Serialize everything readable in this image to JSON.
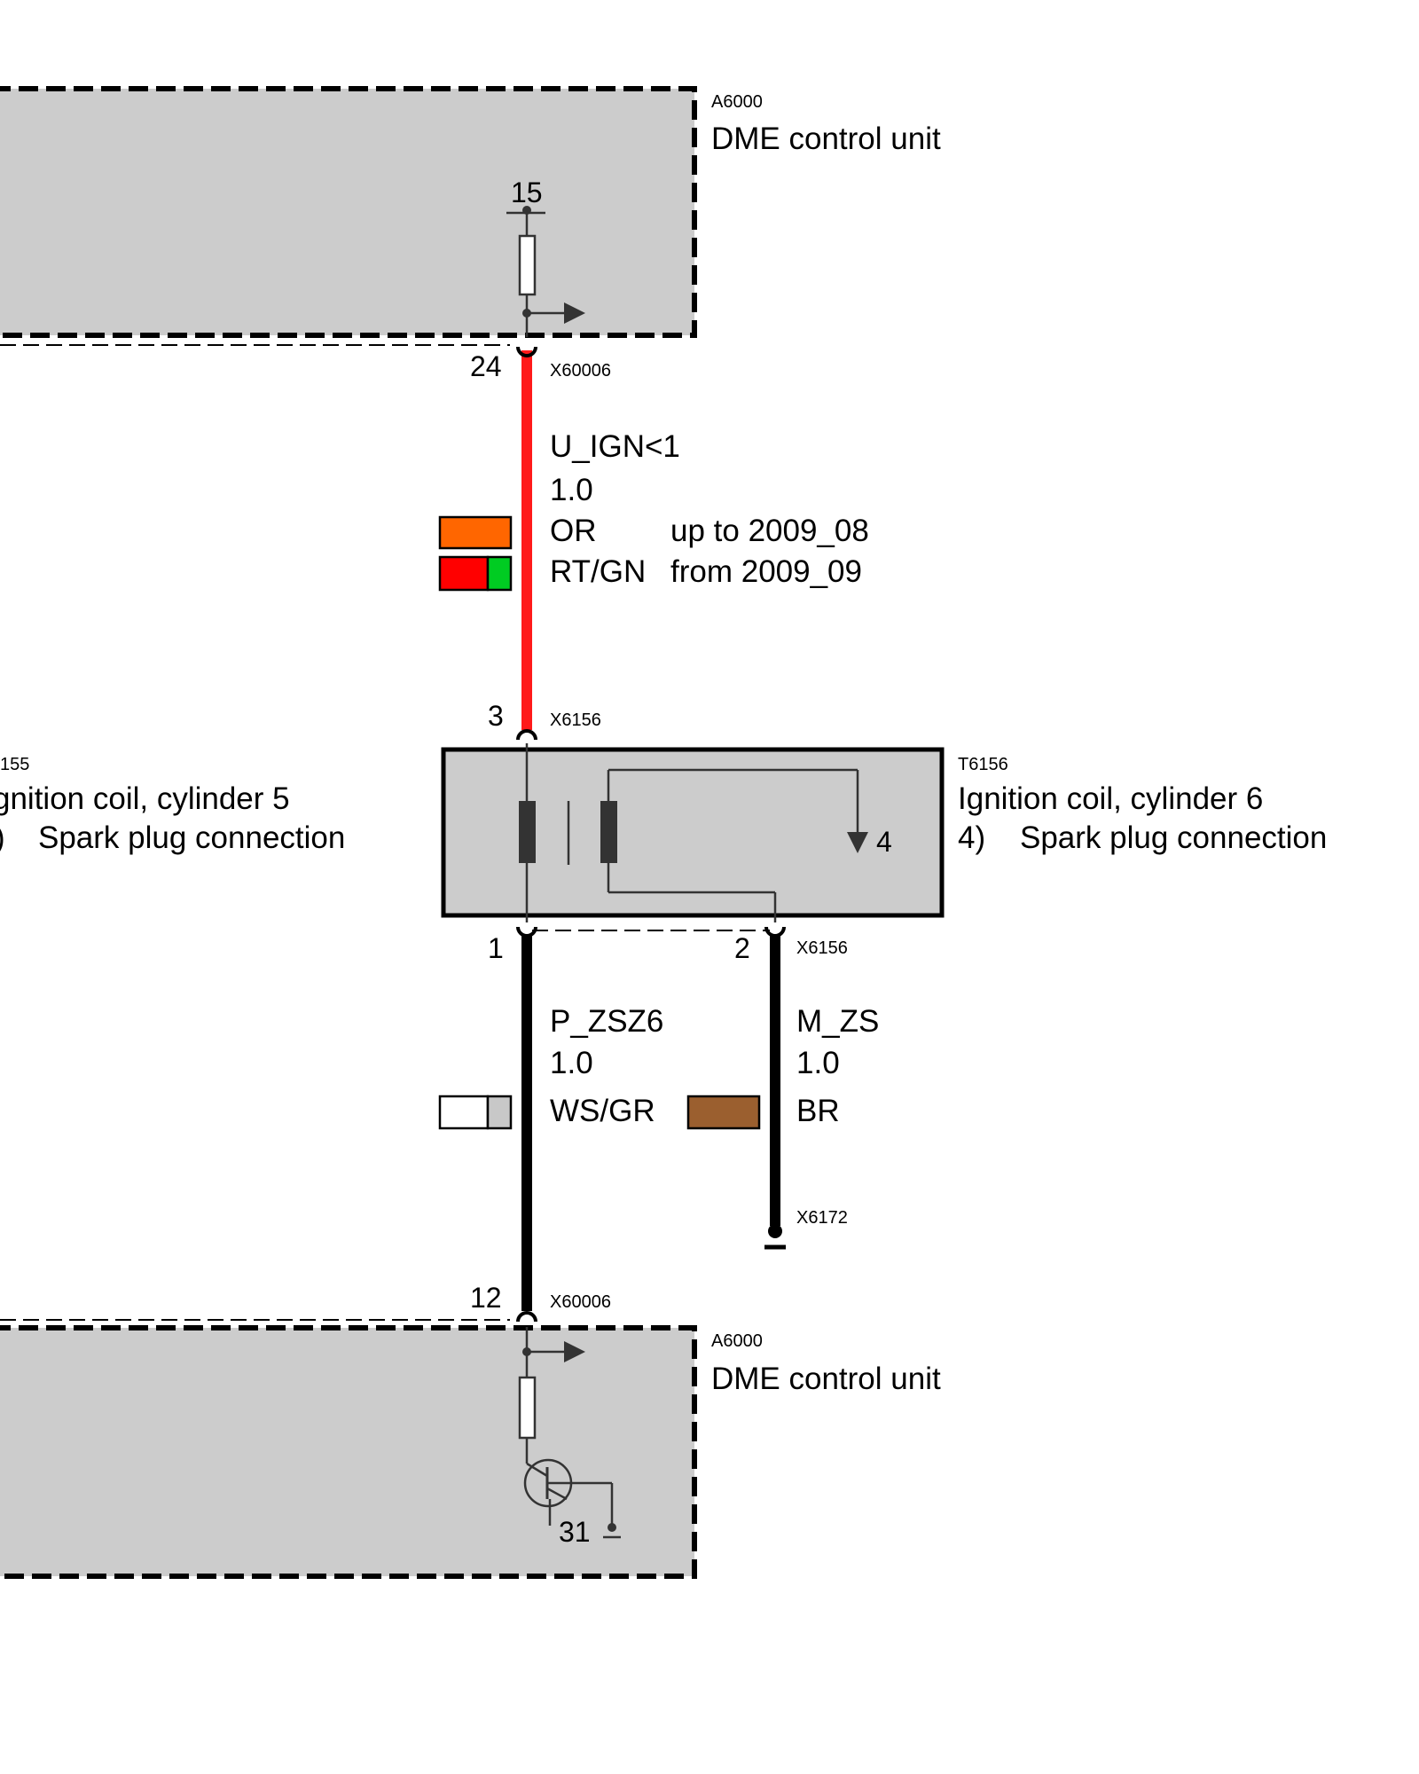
{
  "dme_top": {
    "id": "A6000",
    "name": "DME control unit",
    "terminal": "15"
  },
  "dme_bottom": {
    "id": "A6000",
    "name": "DME control unit",
    "ground_terminal": "31"
  },
  "coil6": {
    "id": "T6156",
    "name": "Ignition coil, cylinder 6",
    "spark_note_num": "4)",
    "spark_note_text": "Spark plug connection",
    "internal_pin": "4"
  },
  "coil5_partial": {
    "id_fragment": "155",
    "name_fragment": "gnition coil, cylinder 5",
    "note_fragment": ")",
    "note_text": "Spark plug connection"
  },
  "connectors": {
    "x60006_top": "X60006",
    "x6156_top": "X6156",
    "x6156_bottom": "X6156",
    "x6172": "X6172",
    "x60006_bottom": "X60006"
  },
  "pins": {
    "dme_top_pin": "24",
    "coil_pin_3": "3",
    "coil_pin_1": "1",
    "coil_pin_2": "2",
    "dme_bottom_pin": "12"
  },
  "wires": {
    "u_ign": {
      "signal": "U_IGN<1",
      "gauge": "1.0",
      "colour_1": "OR",
      "note_1": "up to 2009_08",
      "colour_2": "RT/GN",
      "note_2": "from 2009_09"
    },
    "p_zsz6": {
      "signal": "P_ZSZ6",
      "gauge": "1.0",
      "colour": "WS/GR"
    },
    "m_zs": {
      "signal": "M_ZS",
      "gauge": "1.0",
      "colour": "BR"
    }
  },
  "colors": {
    "box_fill": "#cccccc",
    "wire_red": "#ff1a1a",
    "swatch_orange": "#ff6600",
    "swatch_red": "#ff0000",
    "swatch_green": "#00cc22",
    "swatch_grey": "#c8c8c8",
    "swatch_brown": "#9b5f2f",
    "line_dark": "#333333"
  }
}
